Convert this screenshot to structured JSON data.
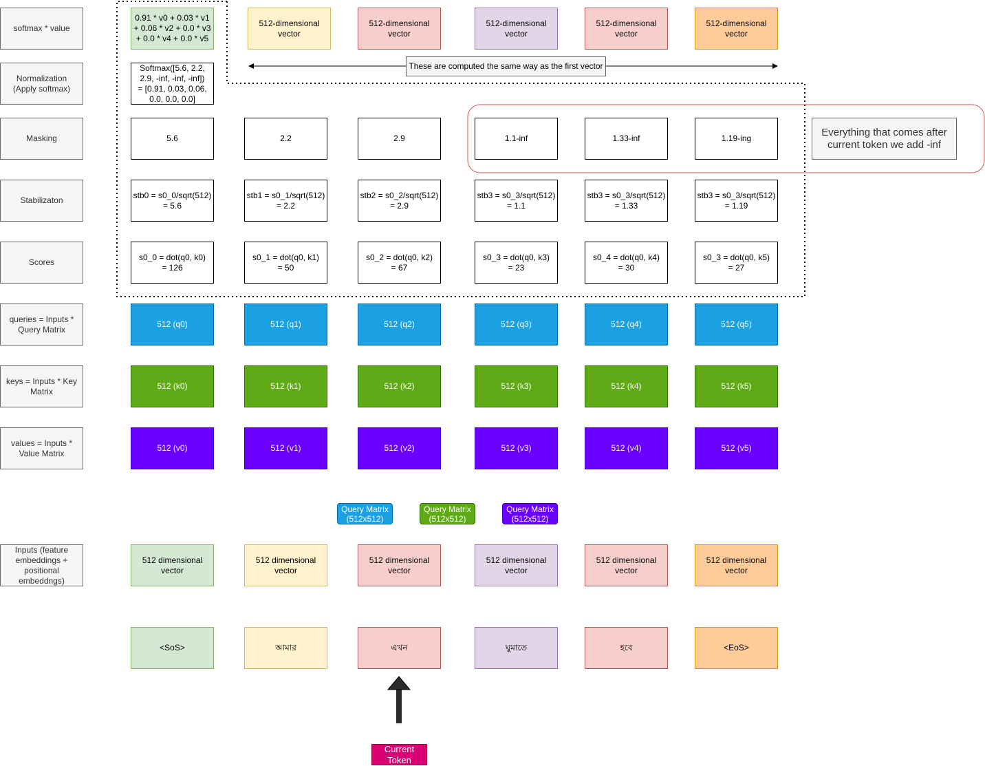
{
  "row_labels": {
    "softmax_value": "softmax * value",
    "normalization": "Normalization\n(Apply softmax)",
    "masking": "Masking",
    "stabilization": "Stabilizaton",
    "scores": "Scores",
    "queries": "queries = Inputs *\nQuery Matrix",
    "keys": "keys = Inputs * Key\nMatrix",
    "values": "values = Inputs *\nValue Matrix",
    "inputs": "Inputs (feature\nembeddings +\npositional\nembeddngs)"
  },
  "output_vectors": [
    "0.91 * v0 + 0.03 * v1\n+ 0.06 * v2 + 0.0 * v3\n+ 0.0 * v4 + 0.0 * v5",
    "512-dimensional\nvector",
    "512-dimensional\nvector",
    "512-dimensional\nvector",
    "512-dimensional\nvector",
    "512-dimensional\nvector"
  ],
  "same_way_note": "These are computed the same way as the first vector",
  "normalization_value": "Softmax([5.6, 2.2,\n2.9, -inf, -inf, -inf])\n= [0.91, 0.03, 0.06,\n0.0, 0.0, 0.0]",
  "masking_values": [
    "5.6",
    "2.2",
    "2.9",
    "1.1-inf",
    "1.33-inf",
    "1.19-ing"
  ],
  "masking_note": "Everything that comes after\ncurrent token we add -inf",
  "stabilization_values": [
    "stb0 = s0_0/sqrt(512)\n= 5.6",
    "stb1 = s0_1/sqrt(512)\n= 2.2",
    "stb2 = s0_2/sqrt(512)\n= 2.9",
    "stb3 = s0_3/sqrt(512)\n= 1.1",
    "stb3 = s0_3/sqrt(512)\n= 1.33",
    "stb3 = s0_3/sqrt(512)\n= 1.19"
  ],
  "score_values": [
    "s0_0 = dot(q0, k0)\n= 126",
    "s0_1 = dot(q0, k1)\n= 50",
    "s0_2 = dot(q0, k2)\n= 67",
    "s0_3 = dot(q0, k3)\n= 23",
    "s0_4 = dot(q0, k4)\n= 30",
    "s0_3 = dot(q0, k5)\n= 27"
  ],
  "queries": [
    "512 (q0)",
    "512 (q1)",
    "512 (q2)",
    "512 (q3)",
    "512 (q4)",
    "512 (q5)"
  ],
  "keys": [
    "512 (k0)",
    "512 (k1)",
    "512 (k2)",
    "512 (k3)",
    "512 (k4)",
    "512 (k5)"
  ],
  "values": [
    "512 (v0)",
    "512 (v1)",
    "512 (v2)",
    "512 (v3)",
    "512 (v4)",
    "512 (v5)"
  ],
  "matrices": [
    "Query Matrix\n(512x512)",
    "Query Matrix\n(512x512)",
    "Query Matrix\n(512x512)"
  ],
  "inputs": [
    "512 dimensional\nvector",
    "512 dimensional\nvector",
    "512 dimensional\nvector",
    "512 dimensional\nvector",
    "512 dimensional\nvector",
    "512 dimensional\nvector"
  ],
  "tokens": [
    "<SoS>",
    "আমার",
    "এখন",
    "ঘুমাতে",
    "হবে",
    "<EoS>"
  ],
  "current_token": "Current\nToken",
  "colors": {
    "query": "#1ba1e2",
    "key": "#60a917",
    "value": "#6a00ff",
    "current_token": "#d80073",
    "mask_highlight": "#e05252"
  }
}
